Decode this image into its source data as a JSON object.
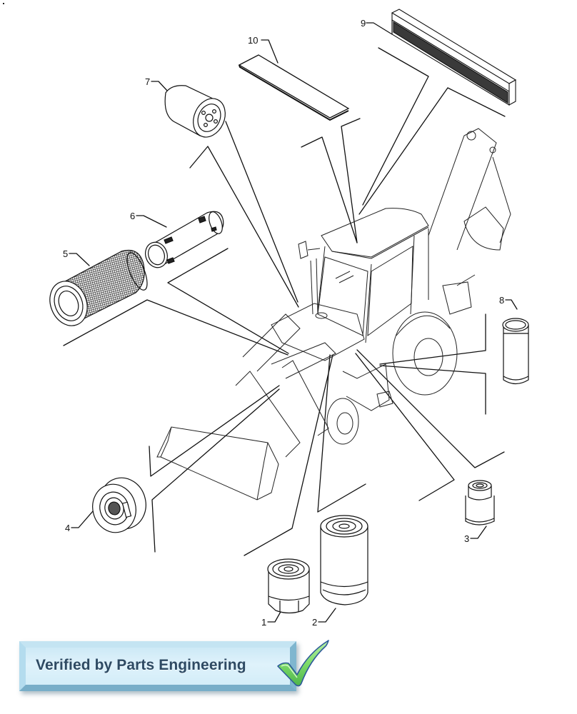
{
  "diagram": {
    "type": "exploded-parts-illustration",
    "subject": "backhoe loader filter locations",
    "callouts": [
      {
        "id": "1",
        "label": "1",
        "part": "small spin-on oil filter"
      },
      {
        "id": "2",
        "label": "2",
        "part": "tall spin-on filter"
      },
      {
        "id": "3",
        "label": "3",
        "part": "fuel filter cartridge"
      },
      {
        "id": "4",
        "label": "4",
        "part": "round cartridge filter"
      },
      {
        "id": "5",
        "label": "5",
        "part": "outer air filter element"
      },
      {
        "id": "6",
        "label": "6",
        "part": "inner air filter element"
      },
      {
        "id": "7",
        "label": "7",
        "part": "spin-on filter"
      },
      {
        "id": "8",
        "label": "8",
        "part": "cylindrical filter element"
      },
      {
        "id": "9",
        "label": "9",
        "part": "cab air filter panel"
      },
      {
        "id": "10",
        "label": "10",
        "part": "cab recirculation filter pad"
      }
    ]
  },
  "badge": {
    "text": "Verified by Parts Engineering",
    "icon": "checkmark-icon",
    "colors": {
      "background": "#d6eef9",
      "border": "#9fcde3",
      "text": "#2e4a63",
      "check_fill": "#7fdc6a",
      "check_outline": "#2e5a9a"
    }
  }
}
